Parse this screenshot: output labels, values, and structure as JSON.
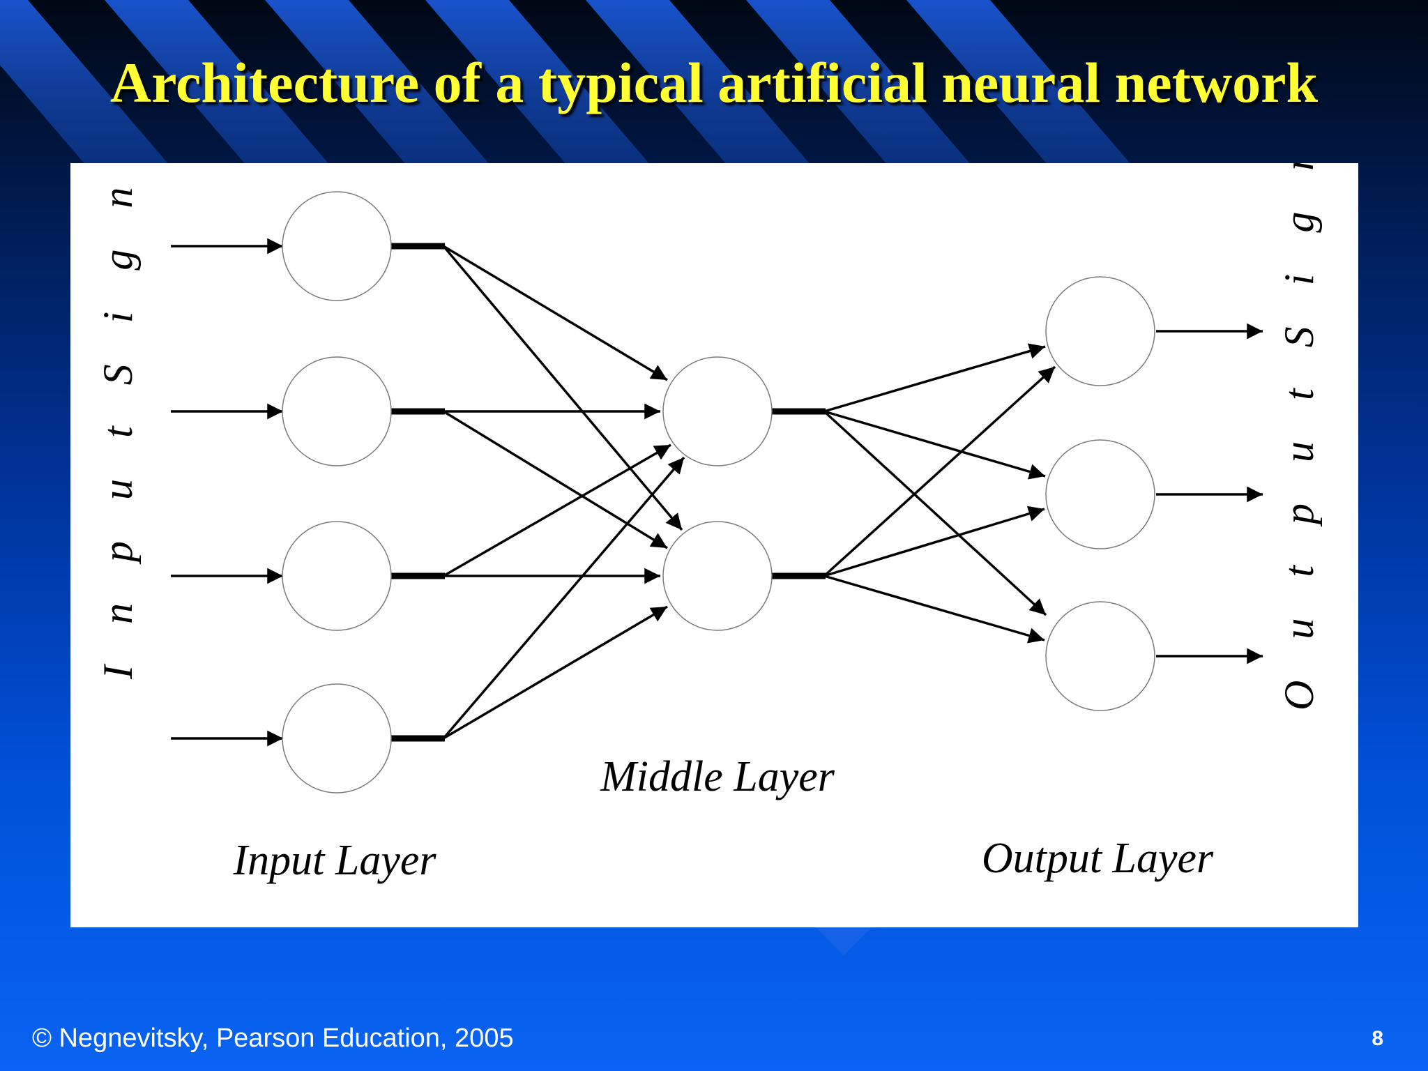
{
  "slide": {
    "title": "Architecture of a typical artificial neural network",
    "footer": "© Negnevitsky, Pearson Education, 2005",
    "page_number": "8"
  },
  "diagram": {
    "input_signals_label": "I n p u t   S i g n a l s",
    "output_signals_label": "O u t p u t   S i g n a l s",
    "input_layer_label": "Input Layer",
    "middle_layer_label": "Middle Layer",
    "output_layer_label": "Output Layer",
    "layers": {
      "input": 4,
      "middle": 2,
      "output": 3
    }
  },
  "colors": {
    "title": "#ffff33",
    "background_top": "#000814",
    "background_bottom": "#0a63f2",
    "panel": "#ffffff"
  }
}
